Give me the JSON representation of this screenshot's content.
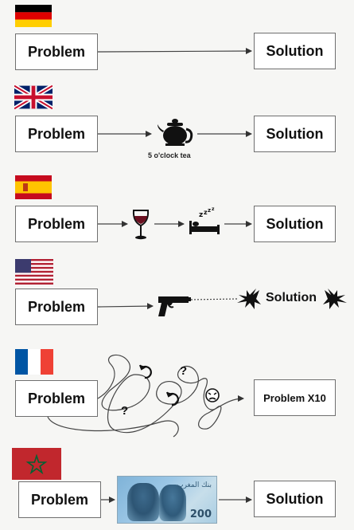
{
  "rows": [
    {
      "country": "Germany",
      "problem": "Problem",
      "solution": "Solution"
    },
    {
      "country": "United Kingdom",
      "problem": "Problem",
      "solution": "Solution",
      "caption": "5 o'clock tea"
    },
    {
      "country": "Spain",
      "problem": "Problem",
      "solution": "Solution"
    },
    {
      "country": "United States",
      "problem": "Problem",
      "solution": "Solution"
    },
    {
      "country": "France",
      "problem": "Problem",
      "solution": "Problem X10"
    },
    {
      "country": "Morocco",
      "problem": "Problem",
      "solution": "Solution",
      "banknote": {
        "script": "بنك المغرب",
        "value": "200"
      }
    }
  ],
  "colors": {
    "germany": [
      "#000000",
      "#dd0000",
      "#ffce00"
    ],
    "spain": [
      "#c60b1e",
      "#ffc400"
    ],
    "france": [
      "#0055a4",
      "#ffffff",
      "#ef4135"
    ],
    "morocco": [
      "#c1272d",
      "#006233"
    ],
    "usa": [
      "#b22234",
      "#ffffff",
      "#3c3b6e"
    ],
    "uk": [
      "#012169",
      "#ffffff",
      "#c8102e"
    ]
  },
  "icons": [
    "teapot-icon",
    "wine-glass-icon",
    "bed-sleep-icon",
    "pistol-icon",
    "rotate-arrows-icon",
    "question-mark-icon",
    "angry-face-icon"
  ]
}
